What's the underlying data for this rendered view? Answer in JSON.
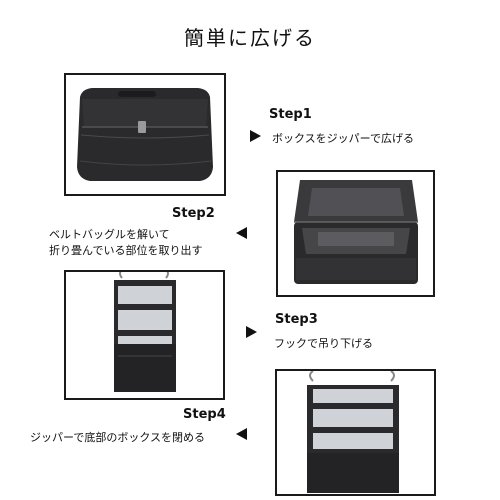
{
  "title": "簡単に広げる",
  "steps": [
    {
      "heading": "Step1",
      "lines": [
        "ボックスをジッパーで広げる"
      ]
    },
    {
      "heading": "Step2",
      "lines": [
        "ベルトバッグルを解いて",
        "折り畳んでいる部位を取り出す"
      ]
    },
    {
      "heading": "Step3",
      "lines": [
        "フックで吊り下げる"
      ]
    },
    {
      "heading": "Step4",
      "lines": [
        "ジッパーで底部のボックスを閉める"
      ]
    }
  ],
  "colors": {
    "bag": "#2a2a2c",
    "mesh": "#cfd2d6",
    "frame": "#1a1a1a"
  }
}
